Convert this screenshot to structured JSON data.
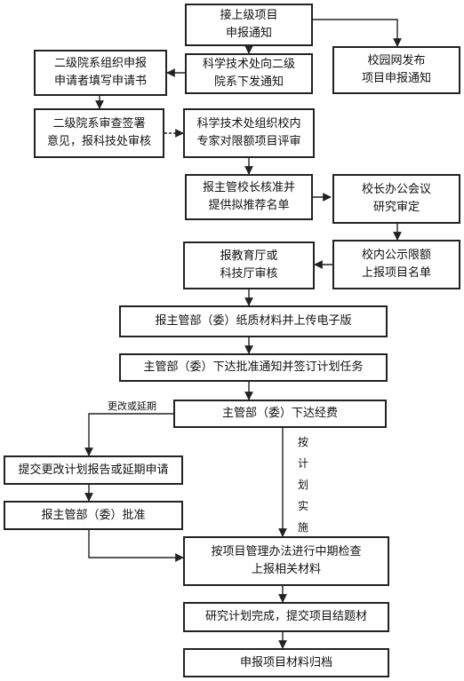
{
  "nodes": {
    "receive_notice": "接上级项目\n申报通知",
    "keji_issue": "科学技术处向二级\n院系下发通知",
    "campus_publish": "校园网发布\n项目申报通知",
    "dept_organize": "二级院系组织申报\n申请者填写申请书",
    "dept_review": "二级院系审查签署\n意见，报科技处审核",
    "expert_review": "科学技术处组织校内\n专家对限额项目评审",
    "principal_approve": "报主管校长核准并\n提供拟推荐名单",
    "president_meeting": "校长办公会议\n研究审定",
    "edu_dept": "报教育厅或\n科技厅审核",
    "public_list": "校内公示限额\n上报项目名单",
    "submit_paper": "报主管部（委）纸质材料并上传电子版",
    "issue_approval": "主管部（委）下达批准通知并签订计划任务",
    "issue_funds": "主管部（委）下达经费",
    "submit_change": "提交更改计划报告或延期申请",
    "report_approve": "报主管部（委）批准",
    "midterm_check": "按项目管理办法进行中期检查\n上报相关材料",
    "research_complete": "研究计划完成，提交项目结题材",
    "archive": "申报项目材料归档"
  },
  "labels": {
    "change_or_extend": "更改或延期",
    "by_plan": "按\n计\n划\n实\n施"
  },
  "colors": {
    "line": "#222222",
    "box_border": "#222222"
  }
}
